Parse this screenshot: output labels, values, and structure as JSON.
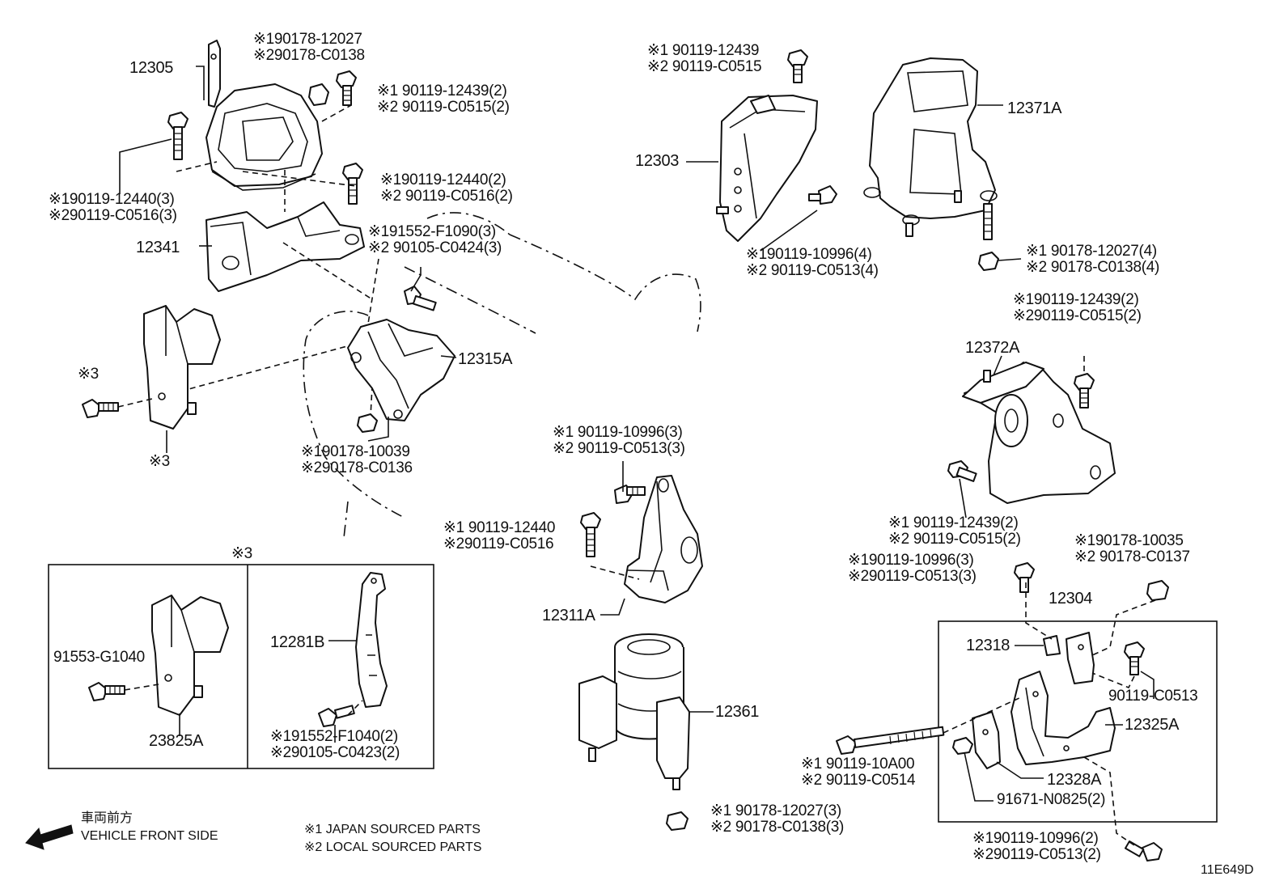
{
  "parts": {
    "p12305": "12305",
    "p12341": "12341",
    "p12315A": "12315A",
    "p12303": "12303",
    "p12371A": "12371A",
    "p12372A": "12372A",
    "p12311A": "12311A",
    "p12361": "12361",
    "p12304": "12304",
    "p12318": "12318",
    "p12325A": "12325A",
    "p12328A": "12328A",
    "p12281B": "12281B",
    "p23825A": "23825A"
  },
  "callouts": {
    "c01a": "※190178-12027",
    "c01b": "※290178-C0138",
    "c02a": "※1 90119-12439(2)",
    "c02b": "※2 90119-C0515(2)",
    "c03a": "※190119-12440(3)",
    "c03b": "※290119-C0516(3)",
    "c04a": "※190119-12440(2)",
    "c04b": "※2 90119-C0516(2)",
    "c05a": "※191552-F1090(3)",
    "c05b": "※2 90105-C0424(3)",
    "c06a": "※1 90119-12439",
    "c06b": "※2 90119-C0515",
    "c07a": "※190119-10996(4)",
    "c07b": "※2 90119-C0513(4)",
    "c08a": "※1 90178-12027(4)",
    "c08b": "※2 90178-C0138(4)",
    "c09a": "※190119-12439(2)",
    "c09b": "※290119-C0515(2)",
    "c10a": "※190178-10039",
    "c10b": "※290178-C0136",
    "c11a": "※1 90119-10996(3)",
    "c11b": "※2 90119-C0513(3)",
    "c12a": "※1 90119-12440",
    "c12b": "※290119-C0516",
    "c13a": "※1  90119-12439(2)",
    "c13b": "※2  90119-C0515(2)",
    "c14a": "※190119-10996(3)",
    "c14b": "※290119-C0513(3)",
    "c15a": "※190178-10035",
    "c15b": "※2 90178-C0137",
    "c16": "90119-C0513",
    "c17a": "※1 90119-10A00",
    "c17b": "※2 90119-C0514",
    "c18": "91671-N0825(2)",
    "c19a": "※1 90178-12027(3)",
    "c19b": "※2 90178-C0138(3)",
    "c20a": "※190119-10996(2)",
    "c20b": "※290119-C0513(2)",
    "c21": "91553-G1040",
    "c22a": "※191552-F1040(2)",
    "c22b": "※290105-C0423(2)",
    "star3a": "※3",
    "star3b": "※3",
    "star3c": "※3"
  },
  "legend": {
    "jp_direction": "車両前方",
    "en_direction": "VEHICLE FRONT SIDE",
    "note1": "※1 JAPAN SOURCED PARTS",
    "note2": "※2 LOCAL SOURCED PARTS"
  },
  "diagram_code": "11E649D"
}
